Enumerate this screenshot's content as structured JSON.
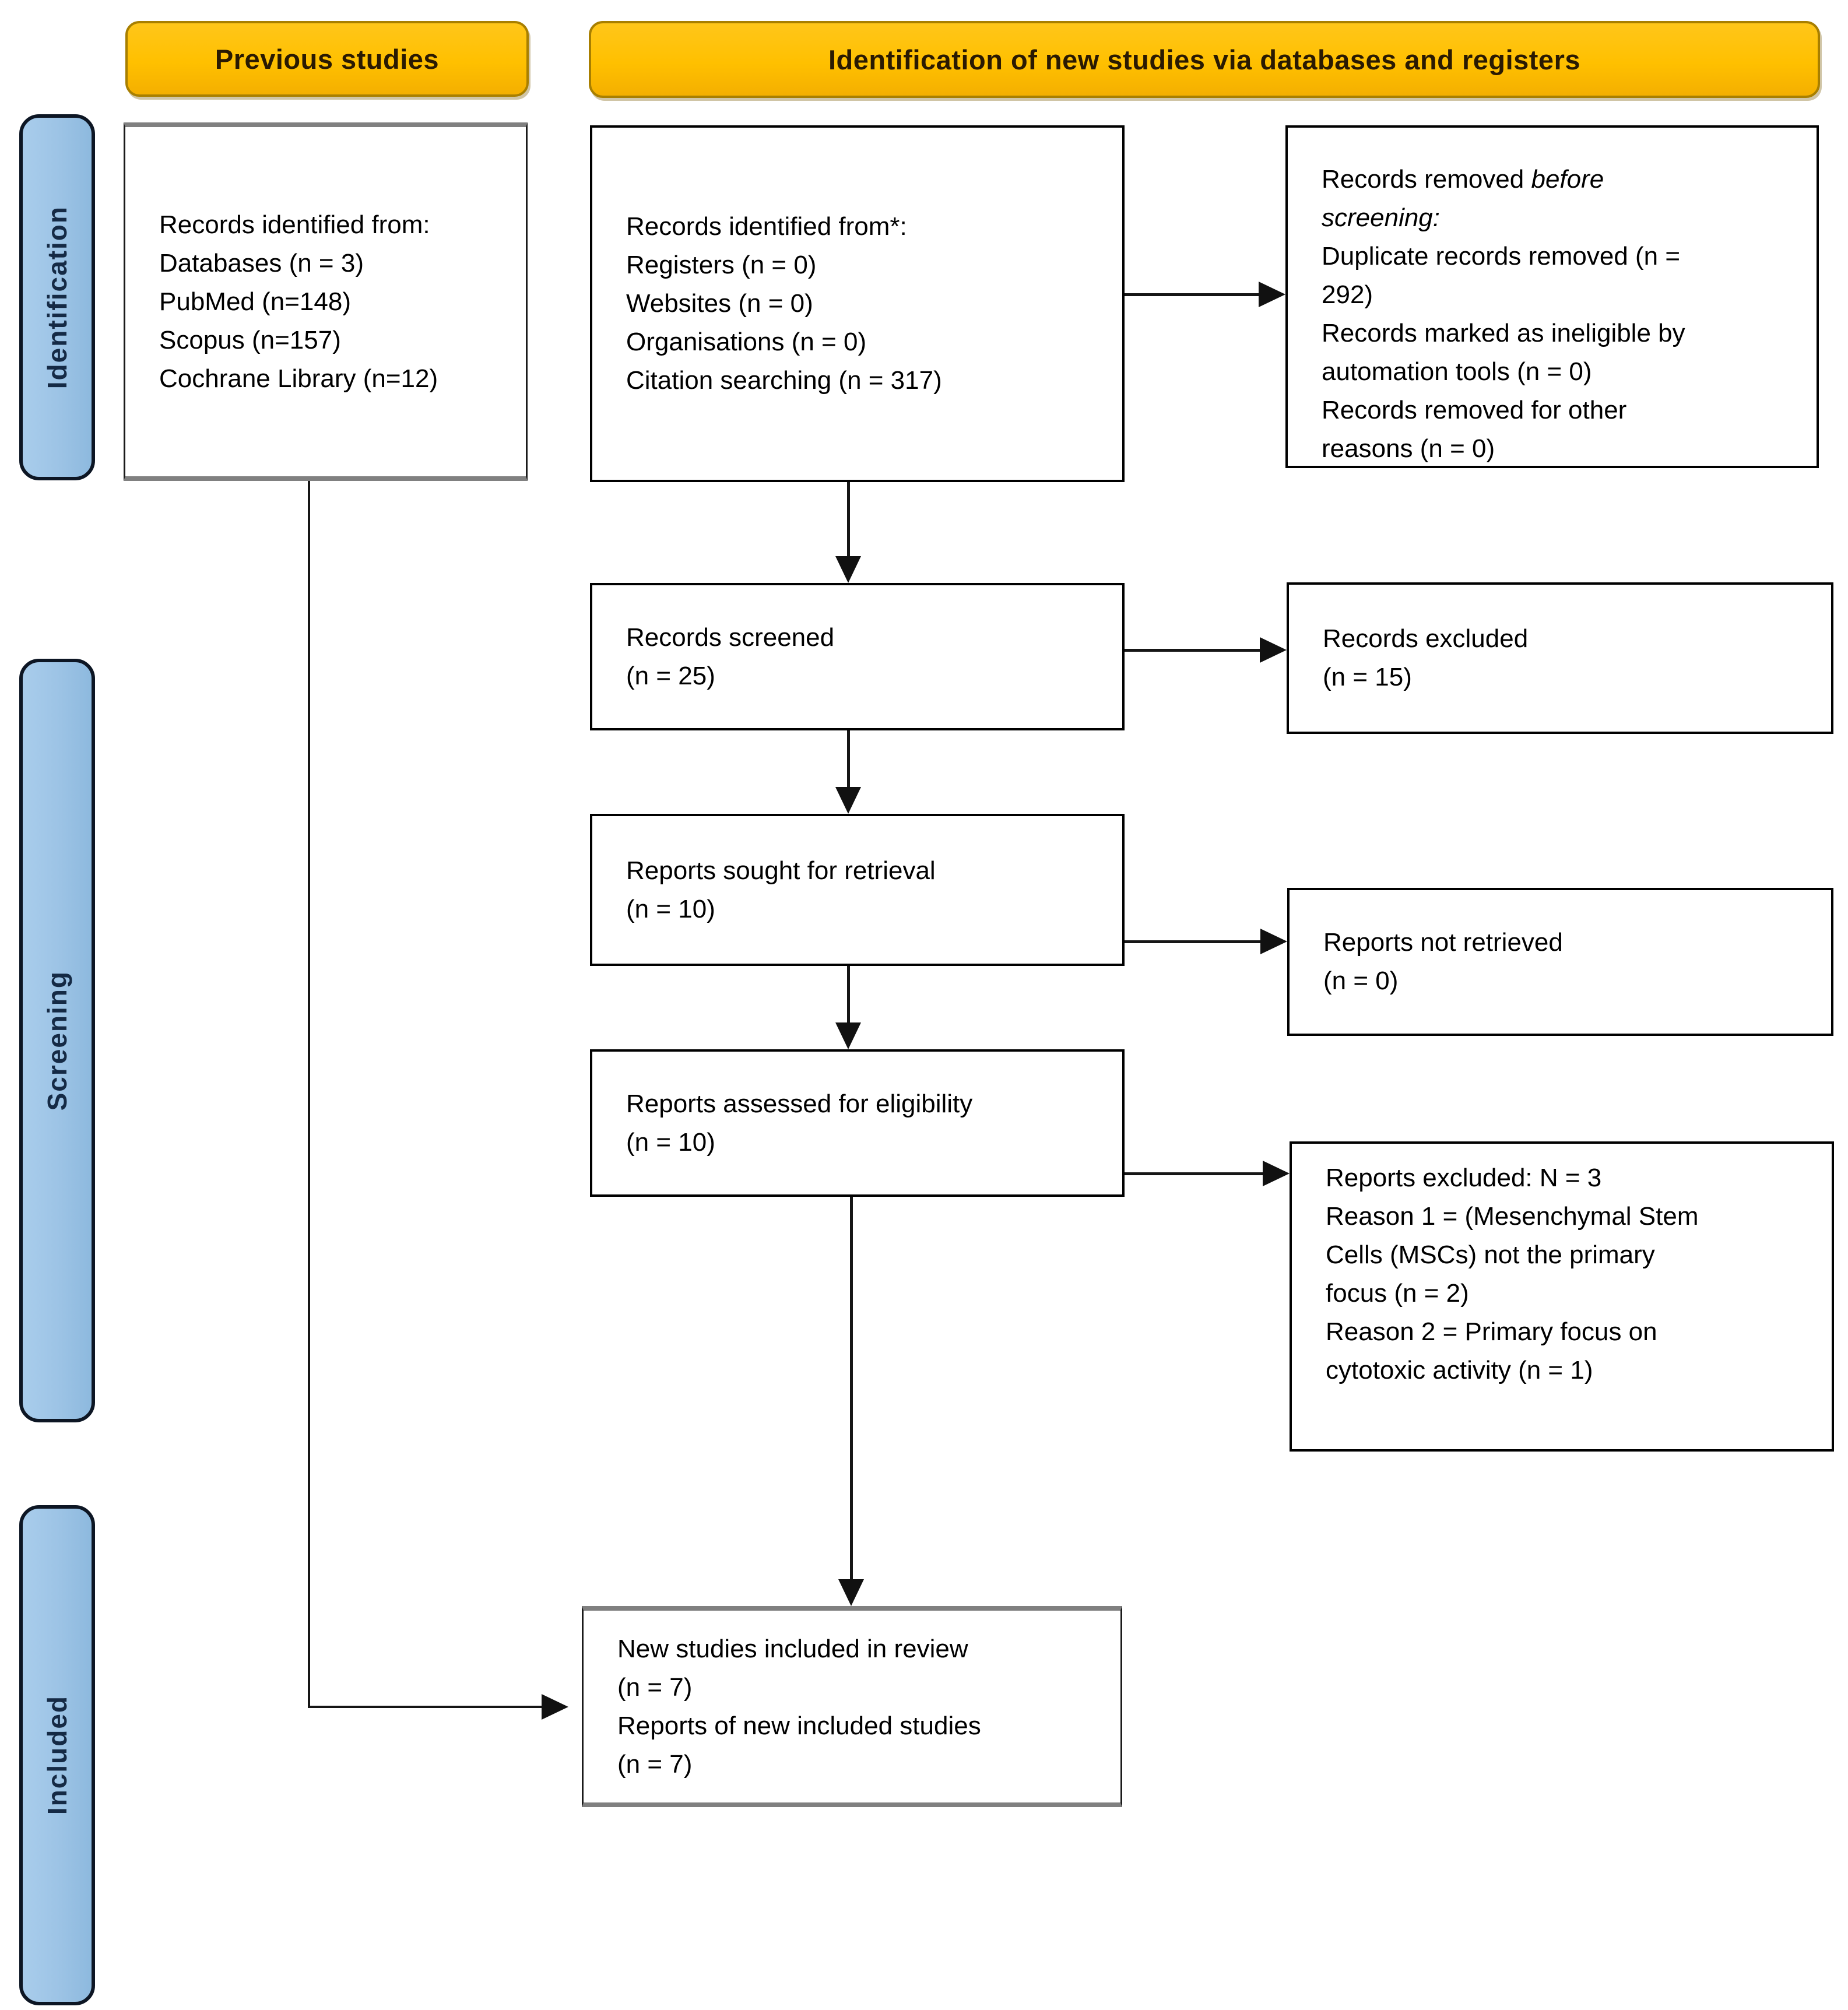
{
  "headers": {
    "previous": "Previous studies",
    "new_studies": "Identification of new studies via databases and registers"
  },
  "stages": {
    "identification": "Identification",
    "screening": "Screening",
    "included": "Included"
  },
  "boxes": {
    "prev_records": {
      "lines": [
        "Records identified from:",
        "Databases (n = 3)",
        "PubMed (n=148)",
        "Scopus (n=157)",
        "Cochrane Library (n=12)"
      ]
    },
    "new_records": {
      "lines": [
        "Records identified from*:",
        "Registers (n = 0)",
        "Websites (n = 0)",
        "Organisations (n = 0)",
        "Citation searching (n = 317)"
      ]
    },
    "removed": {
      "line1_normal": "Records removed ",
      "line1_italic": "before",
      "line2_italic": "screening:",
      "rest": [
        "Duplicate records removed (n =",
        "292)",
        "Records marked as ineligible by",
        "automation tools (n = 0)",
        "Records removed for other",
        "reasons (n = 0)"
      ]
    },
    "screened": {
      "label": "Records screened",
      "count": "(n = 25)"
    },
    "excluded": {
      "label": "Records excluded",
      "count": "(n = 15)"
    },
    "sought": {
      "label": "Reports sought for retrieval",
      "count": "(n = 10)"
    },
    "not_retrieved": {
      "label": "Reports not retrieved",
      "count": "(n = 0)"
    },
    "assessed": {
      "label": "Reports assessed for eligibility",
      "count": "(n = 10)"
    },
    "reports_excluded": {
      "lines": [
        "Reports excluded: N = 3",
        "Reason 1 = (Mesenchymal Stem",
        "Cells (MSCs) not the primary",
        "focus (n = 2)",
        "Reason 2 = Primary focus on",
        "cytotoxic activity (n = 1)"
      ]
    },
    "included_box": {
      "lines": [
        "New studies included in review",
        "(n = 7)",
        "Reports of new included studies",
        "(n = 7)"
      ]
    }
  },
  "colors": {
    "header_bg": "#FFC000",
    "header_border": "#A87F00",
    "stage_bg": "#9CC3E5",
    "stage_border": "#0D1624",
    "stage_text": "#152A45",
    "box_border": "#000000",
    "gray_edge": "#808080",
    "arrow": "#161616"
  }
}
